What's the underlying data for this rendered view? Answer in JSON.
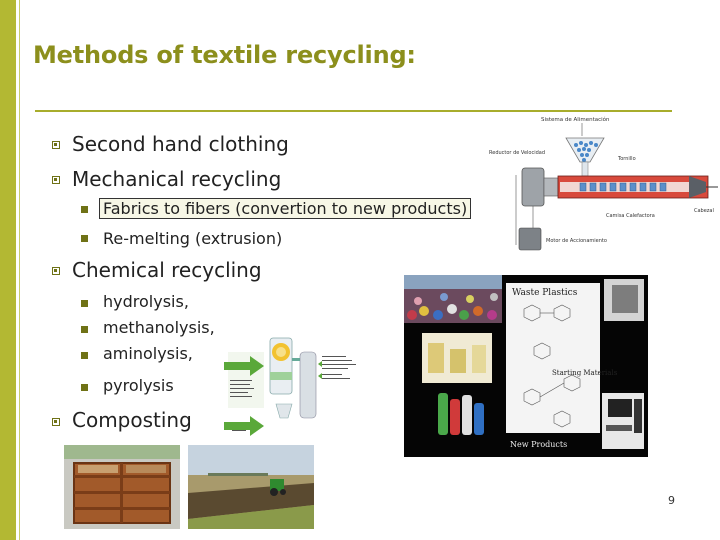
{
  "slide": {
    "title": "Methods of textile recycling:",
    "page_number": "9"
  },
  "bullets": [
    {
      "text": "Second hand clothing"
    },
    {
      "text": "Mechanical recycling"
    },
    {
      "text": "Chemical recycling"
    },
    {
      "text": "Composting"
    }
  ],
  "mechanical_sub": [
    {
      "text": "Fabrics to fibers (convertion to new products)"
    },
    {
      "text": "Re-melting (extrusion)"
    }
  ],
  "chemical_sub": [
    {
      "text": "hydrolysis,"
    },
    {
      "text": "methanolysis,"
    },
    {
      "text": "aminolysis,"
    },
    {
      "text": "pyrolysis"
    }
  ],
  "extruder": {
    "feed": "Sistema de Alimentación",
    "reducer": "Reductor de Velocidad",
    "screw": "Tornillo",
    "head": "Cabezal",
    "heating": "Camisa Calefactora",
    "motor": "Motor de Accionamiento"
  },
  "chem_panel": {
    "waste": "Waste Plastics",
    "starting": "Starting Materials",
    "new_products": "New Products"
  },
  "colors": {
    "accent": "#b3b833",
    "title": "#8c8f1c"
  }
}
